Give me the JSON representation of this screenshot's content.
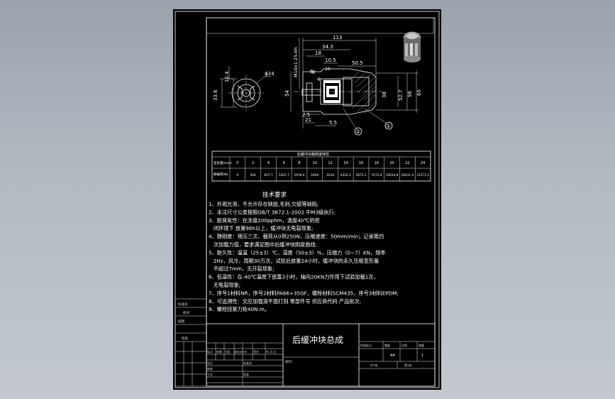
{
  "drawing": {
    "title": "后缓冲块总成",
    "dims_top": {
      "d113": "113",
      "d34_3": "34.3",
      "d18": "18",
      "d10_5": "10.5",
      "d50_5": "50.5",
      "d6": "6",
      "d4": "4",
      "d8": "8",
      "d10": "10",
      "thread": "M10x1.25-6h",
      "d54": "54",
      "d38": "38",
      "d52_7": "52.7",
      "d56": "56",
      "d60": "60",
      "d2_5": "2.5",
      "d5_5": "5.5",
      "d21": "21"
    },
    "dims_left": {
      "d12_4": "12.4",
      "d33_6": "33.6",
      "dia24": "ϕ24"
    },
    "balloons": [
      "①",
      "②"
    ]
  },
  "table": {
    "title": "后缓冲块静刚度特性",
    "row1_label": "变形量(mm)",
    "row2_label": "静载荷(N)",
    "deform": [
      "0",
      "2",
      "4",
      "6",
      "8",
      "10",
      "12",
      "14",
      "16",
      "18",
      "20",
      "22",
      "24"
    ],
    "load": [
      "0",
      "404",
      "937.7",
      "1401.7",
      "1978.4",
      "2494",
      "3218",
      "4316.3",
      "5873.3",
      "7472.4",
      "10624.8",
      "16431.4",
      "31571.5"
    ]
  },
  "requirements": {
    "title": "技术要求",
    "lines": [
      "1、外观光滑，不允许存在缺胶,毛刺,欠硫等缺陷;",
      "2、未注尺寸公差按照GB/T 3672.1-2002 中M3级执行;",
      "3、耐臭氧性：在浓度200pphm，温度40℃的密",
      "   闭环境下 放置96h以上，缓冲块无龟裂现象;",
      "4、静刚度：预压三次，载荷从0到250N，压缩速度：50mm/min；记录第四",
      "   次加载力值，要求满足图中后缓冲块刚度曲线;",
      "5、耐久性：温温（25±3）℃，湿度（50±3）%，压缩力（0~7）KN，频率",
      "   2Hz，风冷，周期30万次，试验后放置24小时，缓冲块的永久压缩变形量",
      "   不超过7mm，无开裂现象;",
      "6、低温性：在-40℃温度下放置2小时，轴向20KN力作用下试验加载1次，",
      "   无龟裂现象;",
      "7、序号1材料NR，序号2材料PA66+35GF，螺栓材料SCM435，序号3材料EPDM;",
      "8、可追溯性：文应加强溶平面打刻 零部件号 供应商代码 产品批次;",
      "9、螺栓扭紧力矩40N.m。"
    ]
  },
  "sidebar": {
    "labels": [
      "标准化",
      "校对",
      "描图",
      "校核"
    ]
  },
  "titleblock": {
    "row_labels": [
      "标记",
      "处数",
      "分区",
      "更改文件号",
      "签名",
      "年.月.日"
    ],
    "left_labels": [
      "设计",
      "审核",
      "工艺",
      "标准化",
      "批准"
    ],
    "right_header": [
      "阶段标记",
      "重量",
      "比例",
      "图幅"
    ],
    "sheet_size": "A4",
    "scale": "1",
    "sheet_count_label": "共1张",
    "sheet_no_label": "第1张",
    "material_label": "材料："
  }
}
